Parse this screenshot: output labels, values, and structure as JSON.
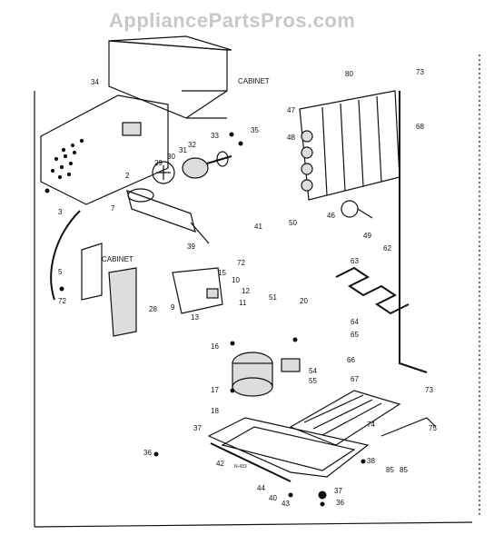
{
  "watermark": "AppliancePartsPros.com",
  "labels": {
    "cabinet_top": "CABINET",
    "cabinet_left": "CABINET",
    "figure_id": "N-433",
    "page_num": "85"
  },
  "callouts": [
    "34",
    "35",
    "32",
    "33",
    "31",
    "30",
    "29",
    "2",
    "7",
    "41",
    "72",
    "39",
    "80",
    "73",
    "47",
    "48",
    "68",
    "50",
    "46",
    "49",
    "62",
    "3",
    "5",
    "72b",
    "28",
    "15",
    "9",
    "13",
    "10",
    "12",
    "11",
    "20",
    "63",
    "64",
    "65",
    "66",
    "16",
    "51",
    "54",
    "55",
    "17",
    "18",
    "67",
    "73b",
    "74",
    "75",
    "37",
    "36",
    "42",
    "44",
    "40",
    "43",
    "36b",
    "37b",
    "38",
    "85"
  ],
  "callout_text": {
    "34": "34",
    "35": "35",
    "32": "32",
    "33": "33",
    "31": "31",
    "30": "30",
    "29": "29",
    "2": "2",
    "7": "7",
    "41": "41",
    "72": "72",
    "39": "39",
    "80": "80",
    "73": "73",
    "47": "47",
    "48": "48",
    "68": "68",
    "50": "50",
    "46": "46",
    "49": "49",
    "62": "62",
    "3": "3",
    "5": "5",
    "72b": "72",
    "28": "28",
    "15": "15",
    "9": "9",
    "13": "13",
    "10": "10",
    "12": "12",
    "11": "11",
    "20": "20",
    "63": "63",
    "64": "64",
    "65": "65",
    "66": "66",
    "16": "16",
    "51": "51",
    "54": "54",
    "55": "55",
    "17": "17",
    "18": "18",
    "67": "67",
    "73b": "73",
    "74": "74",
    "75": "75",
    "37": "37",
    "36": "36",
    "42": "42",
    "44": "44",
    "40": "40",
    "43": "43",
    "36b": "36",
    "37b": "37",
    "38": "38",
    "85": "85"
  }
}
